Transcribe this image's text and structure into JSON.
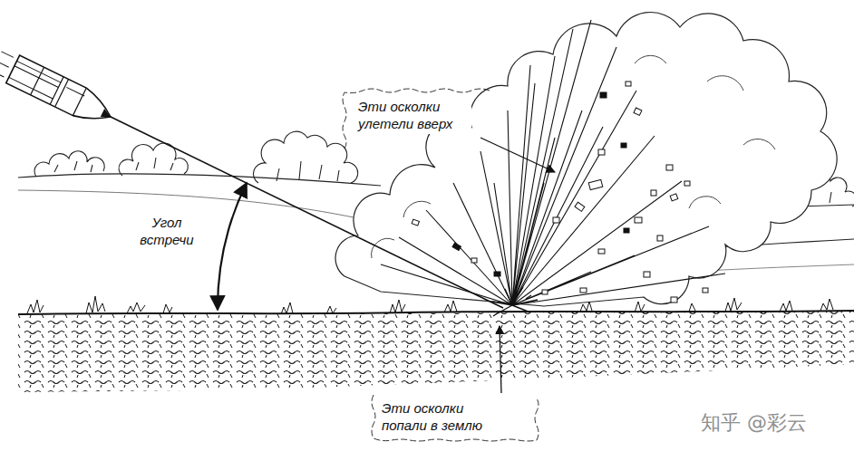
{
  "diagram": {
    "labels": [
      "Эти осколки улетели вверх",
      "Угол встречи",
      "Эти осколки попали в землю",
      "知乎 @彩云"
    ]
  }
}
